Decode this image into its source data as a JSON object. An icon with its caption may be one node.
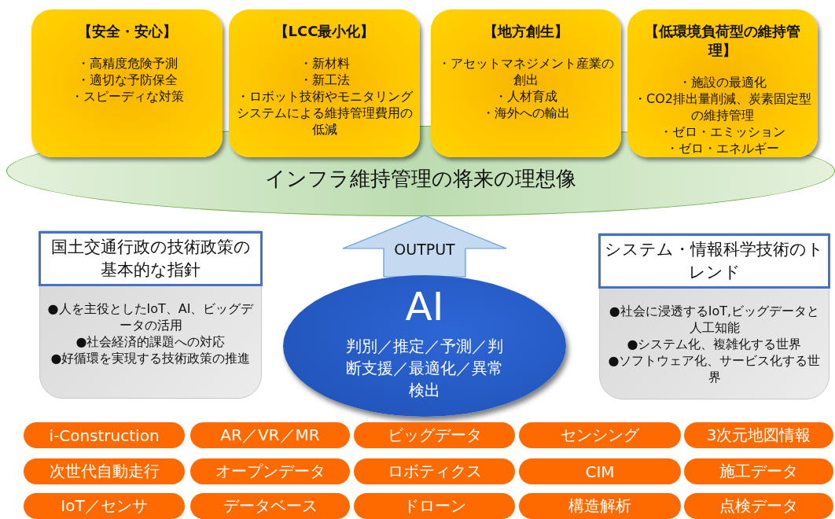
{
  "diagram": {
    "nodes": [
      {
        "text": [
          "【安全・安心】",
          "・高精度危険予測",
          "・適切な予防保全",
          "・スピーディな対策"
        ]
      },
      {
        "text": [
          "【LCC最小化】",
          "・新材料",
          "・新工法",
          "・ロボット技術やモニタリングシステムによる維持管理費用の低減"
        ]
      },
      {
        "text": [
          "【地方創生】",
          "・アセットマネジメント産業の創出",
          "・人材育成",
          "・海外への輸出"
        ]
      },
      {
        "text": [
          "【低環境負荷型の維持管理】",
          "・施設の最適化",
          "・CO2排出量削減、炭素固定型の維持管理",
          "・ゼロ・エミッション",
          "・ゼロ・エネルギー"
        ]
      },
      {
        "text": [
          "インフラ維持管理の将来の理想像"
        ]
      },
      {
        "text": [
          "国土交通行政の技術政策の基本的な指針",
          "●人を主役としたIoT、AI、ビッグデータの活用",
          "●社会経済的課題への対応",
          "●好循環を実現する技術政策の推進"
        ]
      },
      {
        "text": [
          "AI",
          "判別／推定／予測／判断支援／最適化／異常検出"
        ]
      },
      {
        "text": [
          "システム・情報科学技術のトレンド",
          "●社会に浸透するIoT,ビッグデータと人工知能",
          "●システム化、複雑化する世界",
          "●ソフトウェア化、サービス化する世界"
        ]
      },
      {
        "text": [
          "i-Construction"
        ]
      },
      {
        "text": [
          "AR／VR／MR"
        ]
      },
      {
        "text": [
          "ビッグデータ"
        ]
      },
      {
        "text": [
          "センシング"
        ]
      },
      {
        "text": [
          "3次元地図情報"
        ]
      },
      {
        "text": [
          "次世代自動走行"
        ]
      },
      {
        "text": [
          "オープンデータ"
        ]
      },
      {
        "text": [
          "ロボティクス"
        ]
      },
      {
        "text": [
          "CIM"
        ]
      },
      {
        "text": [
          "施工データ"
        ]
      },
      {
        "text": [
          "IoT／センサ"
        ]
      },
      {
        "text": [
          "データベース"
        ]
      },
      {
        "text": [
          "ドローン"
        ]
      },
      {
        "text": [
          "構造解析"
        ]
      },
      {
        "text": [
          "点検データ"
        ]
      }
    ],
    "edges": [
      {
        "from": 6,
        "to": 4,
        "arrow": "to",
        "label": "OUTPUT"
      }
    ]
  }
}
